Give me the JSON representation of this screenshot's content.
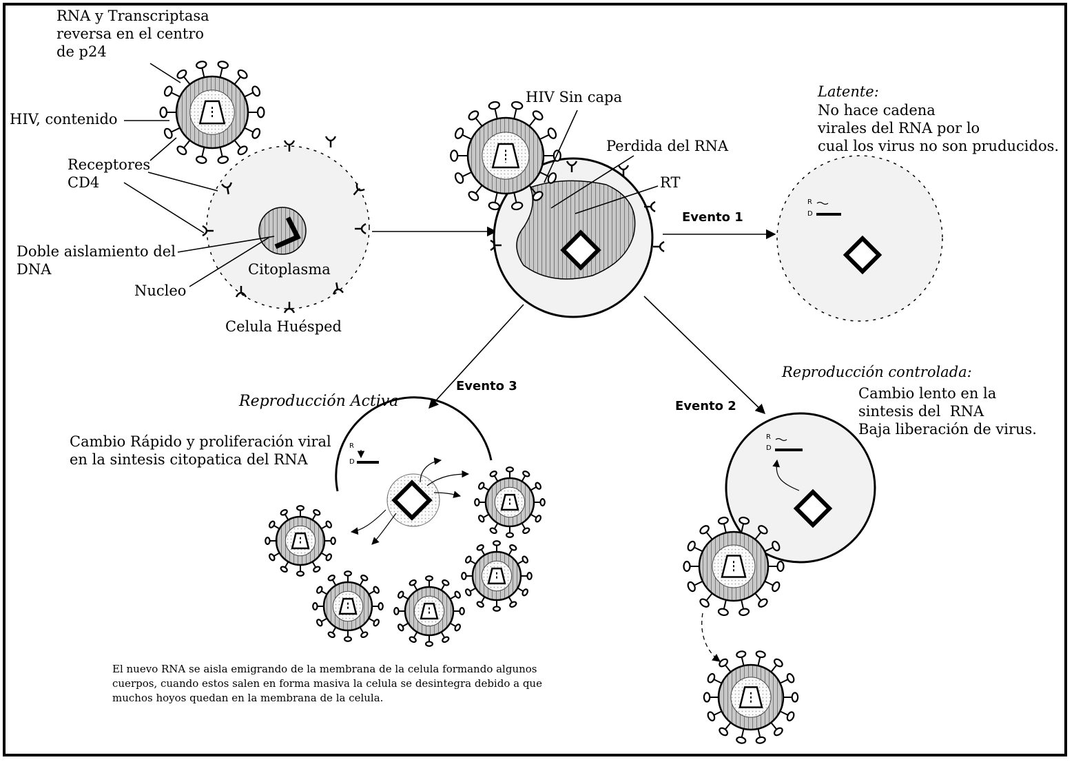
{
  "labels": {
    "rna_rt": "RNA y Transcriptasa\nreversa en el centro\nde p24",
    "hiv_contenido": "HIV, contenido",
    "receptores": "Receptores\nCD4",
    "doble": "Doble aislamiento del\nDNA",
    "citoplasma": "Citoplasma",
    "nucleo": "Nucleo",
    "celula": "Celula Huésped",
    "sin_capa": "HIV Sin capa",
    "perdida": "Perdida del RNA",
    "rt": "RT",
    "latente_title": "Latente:",
    "latente_desc": "No hace cadena\nvirales del RNA por lo\ncual los virus no son pruducidos.",
    "evento1": "Evento 1",
    "evento2": "Evento 2",
    "evento3": "Evento 3",
    "activa_title": "Reproducción Activa",
    "activa_desc": "Cambio Rápido y proliferación viral\nen la sintesis citopatica del RNA",
    "controlada_title": "Reproducción controlada:",
    "controlada_desc": "Cambio lento en la\nsintesis del  RNA\nBaja liberación de virus.",
    "footnote": "El nuevo RNA se aisla emigrando de la membrana de la celula formando algunos\ncuerpos, cuando estos salen en forma masiva la celula se desintegra debido a que\nmuchos hoyos quedan en la membrana de la celula.",
    "r": "R",
    "d": "D"
  },
  "colors": {
    "ink": "#000000",
    "cell_fill": "#f2f2f2",
    "virus_fill": "#c8c8c8",
    "core_fill": "#ffffff"
  }
}
